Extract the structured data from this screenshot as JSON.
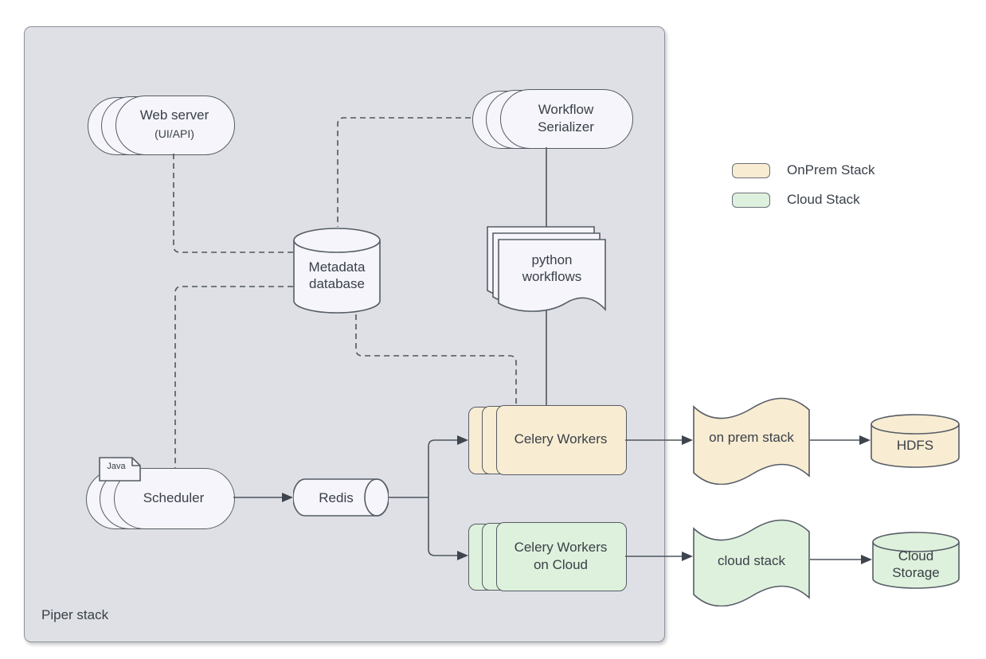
{
  "container": {
    "label": "Piper stack"
  },
  "legend": {
    "onprem": {
      "label": "OnPrem Stack",
      "color": "#f8ecd2"
    },
    "cloud": {
      "label": "Cloud Stack",
      "color": "#def1dc"
    }
  },
  "colors": {
    "onprem_fill": "#f8ecd2",
    "cloud_fill": "#def1dc",
    "node_fill": "#f5f5fb",
    "container_fill": "#dee0e5",
    "stroke": "#565c66",
    "edge": "#4f555e"
  },
  "nodes": {
    "web_server": {
      "label": "Web server",
      "sublabel": "(UI/API)"
    },
    "workflow_serializer": {
      "label": "Workflow\nSerializer"
    },
    "metadata_database": {
      "label": "Metadata\ndatabase"
    },
    "python_workflows": {
      "label": "python\nworkflows"
    },
    "scheduler": {
      "label": "Scheduler",
      "badge": "Java"
    },
    "redis": {
      "label": "Redis"
    },
    "celery_workers": {
      "label": "Celery Workers"
    },
    "celery_workers_cloud": {
      "label": "Celery Workers\non Cloud"
    },
    "on_prem_stack": {
      "label": "on prem stack"
    },
    "hdfs": {
      "label": "HDFS"
    },
    "cloud_stack": {
      "label": "cloud stack"
    },
    "cloud_storage": {
      "label": "Cloud\nStorage"
    }
  },
  "edges": [
    {
      "from": "web_server",
      "to": "metadata_database",
      "style": "dashed"
    },
    {
      "from": "scheduler",
      "to": "metadata_database",
      "style": "dashed"
    },
    {
      "from": "workflow_serializer",
      "to": "metadata_database",
      "style": "dashed"
    },
    {
      "from": "metadata_database",
      "to": "celery_workers",
      "style": "dashed"
    },
    {
      "from": "workflow_serializer",
      "to": "celery_workers",
      "style": "solid",
      "via": "python_workflows"
    },
    {
      "from": "scheduler",
      "to": "redis",
      "style": "arrow"
    },
    {
      "from": "redis",
      "to": "celery_workers",
      "style": "arrow"
    },
    {
      "from": "redis",
      "to": "celery_workers_cloud",
      "style": "arrow"
    },
    {
      "from": "celery_workers",
      "to": "on_prem_stack",
      "style": "arrow"
    },
    {
      "from": "on_prem_stack",
      "to": "hdfs",
      "style": "arrow"
    },
    {
      "from": "celery_workers_cloud",
      "to": "cloud_stack",
      "style": "arrow"
    },
    {
      "from": "cloud_stack",
      "to": "cloud_storage",
      "style": "arrow"
    }
  ]
}
